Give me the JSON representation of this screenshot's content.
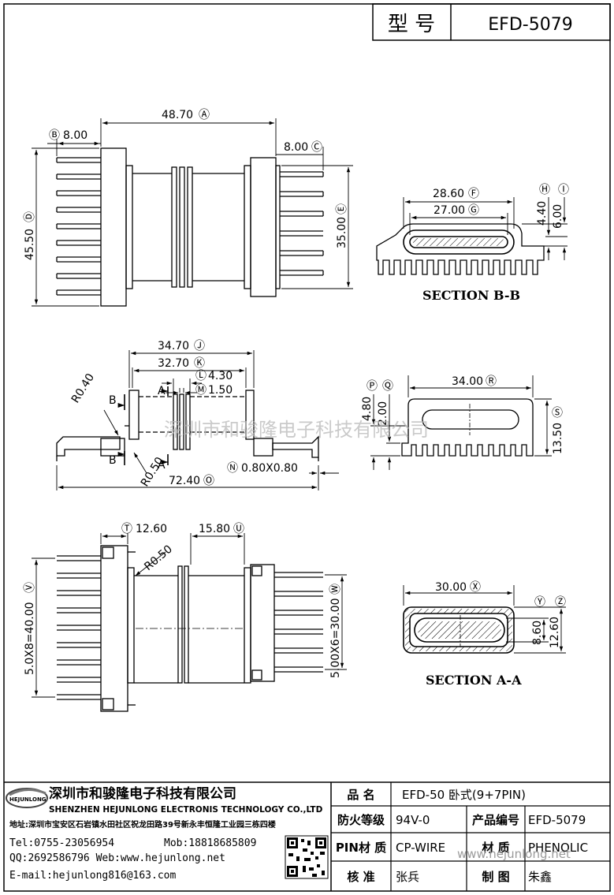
{
  "header": {
    "type_label": "型 号",
    "model": "EFD-5079"
  },
  "dimensions": {
    "A": "48.70",
    "B": "8.00",
    "C": "8.00",
    "D": "45.50",
    "E": "35.00",
    "F": "28.60",
    "G": "27.00",
    "H": "4.40",
    "I": "6.00",
    "J": "34.70",
    "K": "32.70",
    "L": "4.30",
    "M": "1.50",
    "N": "0.80X0.80",
    "O": "72.40",
    "P": "4.80",
    "Q": "2.00",
    "R": "34.00",
    "S": "13.50",
    "T": "12.60",
    "U": "15.80",
    "V": "5.0X8=40.00",
    "W": "5.00X6=30.00",
    "X": "30.00",
    "Y": "8.60",
    "Z": "12.60",
    "radius_1": "R0.40",
    "radius_2": "R0.50",
    "radius_3": "R0.50"
  },
  "circled": {
    "A": "Ⓐ",
    "B": "Ⓑ",
    "C": "Ⓒ",
    "D": "Ⓓ",
    "E": "Ⓔ",
    "F": "Ⓕ",
    "G": "Ⓖ",
    "H": "Ⓗ",
    "I": "Ⓘ",
    "J": "Ⓙ",
    "K": "Ⓚ",
    "L": "Ⓛ",
    "M": "Ⓜ",
    "N": "Ⓝ",
    "O": "Ⓞ",
    "P": "Ⓟ",
    "Q": "Ⓠ",
    "R": "Ⓡ",
    "S": "Ⓢ",
    "T": "Ⓣ",
    "U": "Ⓤ",
    "V": "Ⓥ",
    "W": "Ⓦ",
    "X": "Ⓧ",
    "Y": "Ⓨ",
    "Z": "Ⓩ"
  },
  "section_marks": {
    "a": "A",
    "b": "B"
  },
  "sections": {
    "bb": "SECTION B-B",
    "aa": "SECTION A-A"
  },
  "watermark": "深圳市和骏隆电子科技有限公司",
  "title_block": {
    "company_cn": "深圳市和骏隆电子科技有限公司",
    "company_en": "SHENZHEN HEJUNLONG ELECTRONIS TECHNOLOGY CO.,LTD",
    "address": "地址:深圳市宝安区石岩镇水田社区祝龙田路39号新永丰恒隆工业园三栋四楼",
    "tel": "Tel:0755-23056954",
    "mob": "Mob:18818685809",
    "qq_web": "QQ:2692586796 Web:www.hejunlong.net",
    "email": "E-mail:hejunlong816@163.com",
    "logo_text": "HEJUNLONG",
    "fields": {
      "name_label": "品 名",
      "name_value": "EFD-50 卧式(9+7PIN)",
      "fire_label": "防火等级",
      "fire_value": "94V-0",
      "code_label": "产品编号",
      "code_value": "EFD-5079",
      "pin_label": "PIN材 质",
      "pin_value": "CP-WIRE",
      "mat_label": "材 质",
      "mat_value": "PHENOLIC",
      "check_label": "核 准",
      "check_value": "张兵",
      "draw_label": "制 图",
      "draw_value": "朱鑫"
    },
    "web_watermark": "www.hejunlong.net"
  }
}
